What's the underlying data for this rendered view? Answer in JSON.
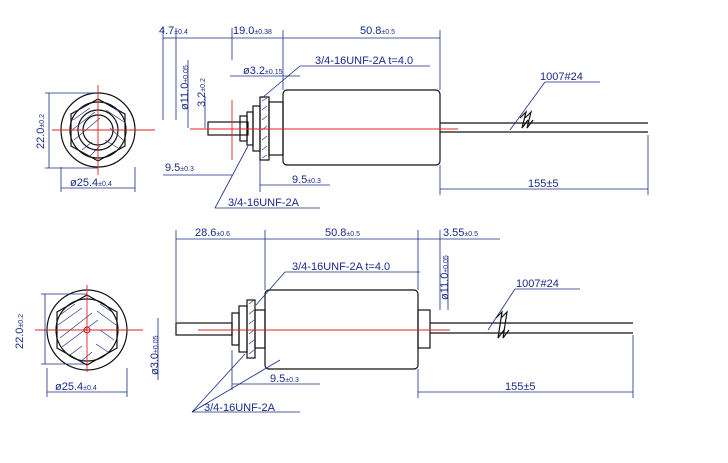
{
  "colors": {
    "dimension": "#1a2a8a",
    "outline": "#111111",
    "centerline": "#e32222"
  },
  "top_view": {
    "dim_47": "4.7",
    "tol_47": "±0.4",
    "dim_190": "19.0",
    "tol_190": "±0.38",
    "dim_508": "50.8",
    "tol_508": "±0.5",
    "dim_110": "ø11.0",
    "tol_110": "±0.05",
    "dim_32v": "3.2",
    "tol_32v": "±0.2",
    "dim_32d": "ø3.2",
    "tol_32d": "±0.15",
    "thread_t": "3/4-16UNF-2A  t=4.0",
    "wire": "1007#24",
    "end_dia": "22.0",
    "end_tol": "±0.2",
    "od": "ø25.4",
    "od_tol": "±0.4",
    "dim_95a": "9.5",
    "tol_95a": "±0.3",
    "dim_95b": "9.5",
    "tol_95b": "±0.3",
    "wire_len": "155±5",
    "thread": "3/4-16UNF-2A"
  },
  "bottom_view": {
    "dim_286": "28.6",
    "tol_286": "±0.6",
    "dim_508": "50.8",
    "tol_508": "±0.5",
    "dim_355": "3.55",
    "tol_355": "±0.5",
    "thread_t": "3/4-16UNF-2A  t=4.0",
    "dim_110": "ø11.0",
    "tol_110": "±0.05",
    "wire": "1007#24",
    "end_dia": "22.0",
    "end_tol": "±0.2",
    "dim_30": "ø3.0",
    "tol_30": "±0.05",
    "dim_95": "9.5",
    "tol_95": "±0.3",
    "od": "ø25.4",
    "od_tol": "±0.4",
    "wire_len": "155±5",
    "thread": "3/4-16UNF-2A"
  }
}
